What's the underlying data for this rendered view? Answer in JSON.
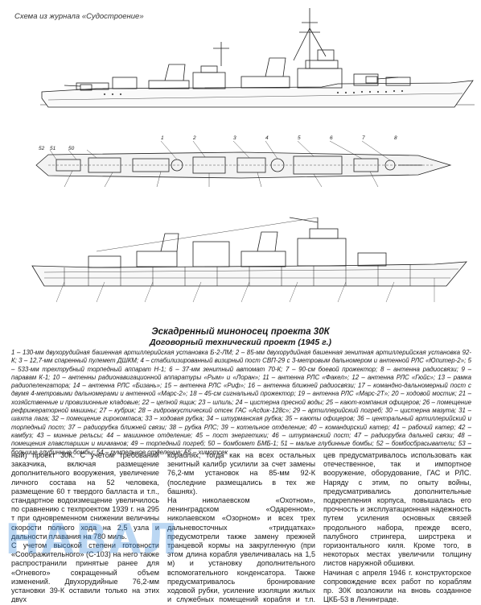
{
  "source_caption": "Схема из журнала «Судостроение»",
  "title": "Эскадренный миноносец проекта 30К",
  "subtitle": "Договорный технический проект (1945 г.)",
  "deck_plan_numbers": [
    "52",
    "51",
    "50",
    "1",
    "2",
    "3",
    "4",
    "5",
    "6",
    "7",
    "8"
  ],
  "legend": [
    "1 – 130-мм двухорудийная башенная артиллерийская установка Б-2-ЛМ; 2 – 85-мм двухорудийная башенная зенитная артиллерийская установка 92-К; 3 – 12,7-мм спаренный пулемет ДШКМ; 4 – стабилизированный визирный пост СВП-29 с 3-метровым дальномером и антенной РЛС «Юпитер-2»; 5 – 533-мм трехтрубный торпедный аппарат Н-1; 6 – 37-мм зенитный автомат 70-К; 7 – 90-см боевой прожектор; 8 – антенна радиосвязи; 9 – паравам К-1; 10 – антенны радионавигационной аппаратуры «Рым» и «Лоран»; 11 – антенна РЛС «Факел»; 12 – антенна РЛС «Гюйс»; 13 – рамка радиопеленгатора; 14 – антенна РЛС «Бизань»; 15 – антенна РЛС «Риф»; 16 – антенна ближней радиосвязи; 17 – командно-дальномерный пост с двумя 4-метровыми дальномерами и антенной «Марс-2»; 18 – 45-см сигнальный прожектор; 19 – антенна РЛС «Марс-2Т»; 20 – ходовой мостик; 21 – хозяйственные и провизионные кладовые; 22 – цепной ящик; 23 – шпиль; 24 – цистерна пресной воды; 25 – кают-компания офицеров; 26 – помещение рефрижераторной машины; 27 – кубрик; 28 – гидроакустический отсек ГАС «Асдик-128с»; 29 – артиллерийский погреб; 30 – цистерна мазута; 31 – шахта лага; 32 – помещение гирокомпаса; 33 – ходовая рубка; 34 – штурманская рубка; 35 – каюты офицеров; 36 – центральный артиллерийский и торпедный пост; 37 – радиорубка ближней связи; 38 – рубка РЛС; 39 – котельное отделение; 40 – командирский катер; 41 – рабочий катер; 42 – камбуз; 43 – минные рельсы; 44 – машинное отделение; 45 – пост энергетики; 46 – штурманский пост; 47 – радиорубка дальней связи; 48 – помещения главстаршин и мичманов; 49 – торпедный погреб; 50 – бомбомет БМБ-1; 51 – малые глубинные бомбы; 52 – бомбосбрасыватели; 53 – большие глубинные бомбы; 54 – румпельное отделение; 55 – химотсек"
  ],
  "columns": [
    "ный) проект 30К. С учетом требований заказчика, включая размещение дополнительного вооружения, увеличение личного состава на 52 человека, размещение 60 т твердого балласта и т.п., стандартное водоизмещение увеличилось по сравнению с техпроектом 1939 г. на 295 т при одновременном снижении величины скорости полного хода на 2,5 узла и дальности плавания на 780 миль.\nС учетом высокой степени готовности «Соображительного» (С-103) на него также распространили принятые ранее для «Огневого» сокращенный объем изменений. Двухорудийные 76,2-мм установки 39-К оставили только на этих двух",
    "кораблях, тогда как на всех остальных зенитный калибр усилили за счет замены 76,2-мм установок на 85-мм 92-К (последние размещались в тех же башнях).\nНа николаевском «Охотном», ленинградском «Одаренном», николаевском «Озорном» и всех трех дальневосточных «тридцатках» предусмотрели также замену прежней транцевой кормы на закругленную (при этом длина корабля увеличивалась на 1,5 м) и установку дополнительного вспомогательного конденсатора. Также предусматривалось бронирование ходовой рубки, усиление изоляции жилых и служебных помещений корабля и т.п. При достройке всех",
    "цев предусматривалось использовать как отечественное, так и импортное вооружение, оборудование, ГАС и РЛС. Наряду с этим, по опыту войны, предусматривались дополнительные подкрепления корпуса, повышалась его прочность и эксплуатационная надежность путем усиления основных связей продольного набора, прежде всего, палубного стрингера, ширстрека и горизонтального киля. Кроме того, в некоторых местах увеличили толщину листов наружной обшивки.\nНачиная с апреля 1946 г. конструкторское сопровождение всех работ по кораблям пр. 30К возложили на вновь созданное ЦКБ-53 в Ленинграде."
  ],
  "watermark": "НАВАЛ"
}
